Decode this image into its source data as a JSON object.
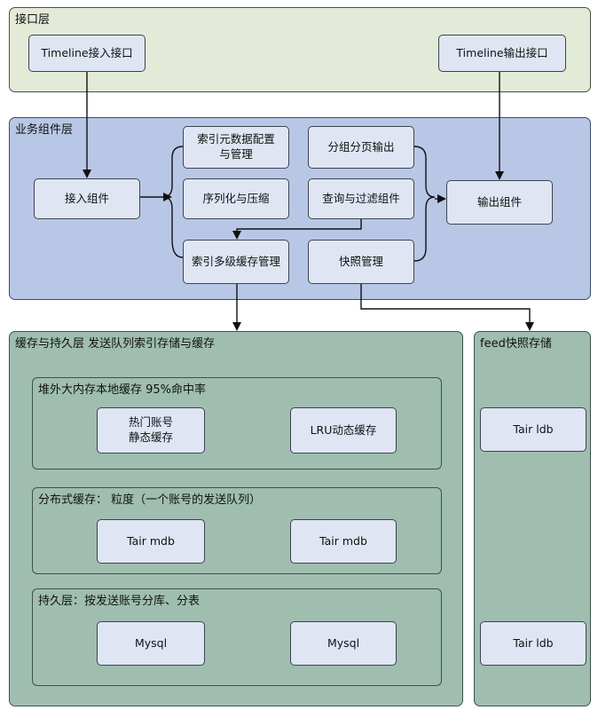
{
  "interface_layer": {
    "title": "接口层",
    "timeline_in": "Timeline接入接口",
    "timeline_out": "Timeline输出接口"
  },
  "business_layer": {
    "title": "业务组件层",
    "access": "接入组件",
    "index_meta": "索引元数据配置\n与管理",
    "serialize": "序列化与压缩",
    "index_cache": "索引多级缓存管理",
    "paging": "分组分页输出",
    "query_filter": "查询与过滤组件",
    "snapshot": "快照管理",
    "output": "输出组件"
  },
  "cache_layer": {
    "title": "缓存与持久层 发送队列索引存储与缓存",
    "offheap": {
      "title": "堆外大内存本地缓存 95%命中率",
      "hot": "热门账号\n静态缓存",
      "lru": "LRU动态缓存"
    },
    "distributed": {
      "title": "分布式缓存： 粒度（一个账号的发送队列）",
      "mdb1": "Tair mdb",
      "mdb2": "Tair mdb"
    },
    "persistent": {
      "title": "持久层：按发送账号分库、分表",
      "mysql1": "Mysql",
      "mysql2": "Mysql"
    }
  },
  "feed_layer": {
    "title": "feed快照存储",
    "ldb1": "Tair ldb",
    "ldb2": "Tair ldb"
  }
}
